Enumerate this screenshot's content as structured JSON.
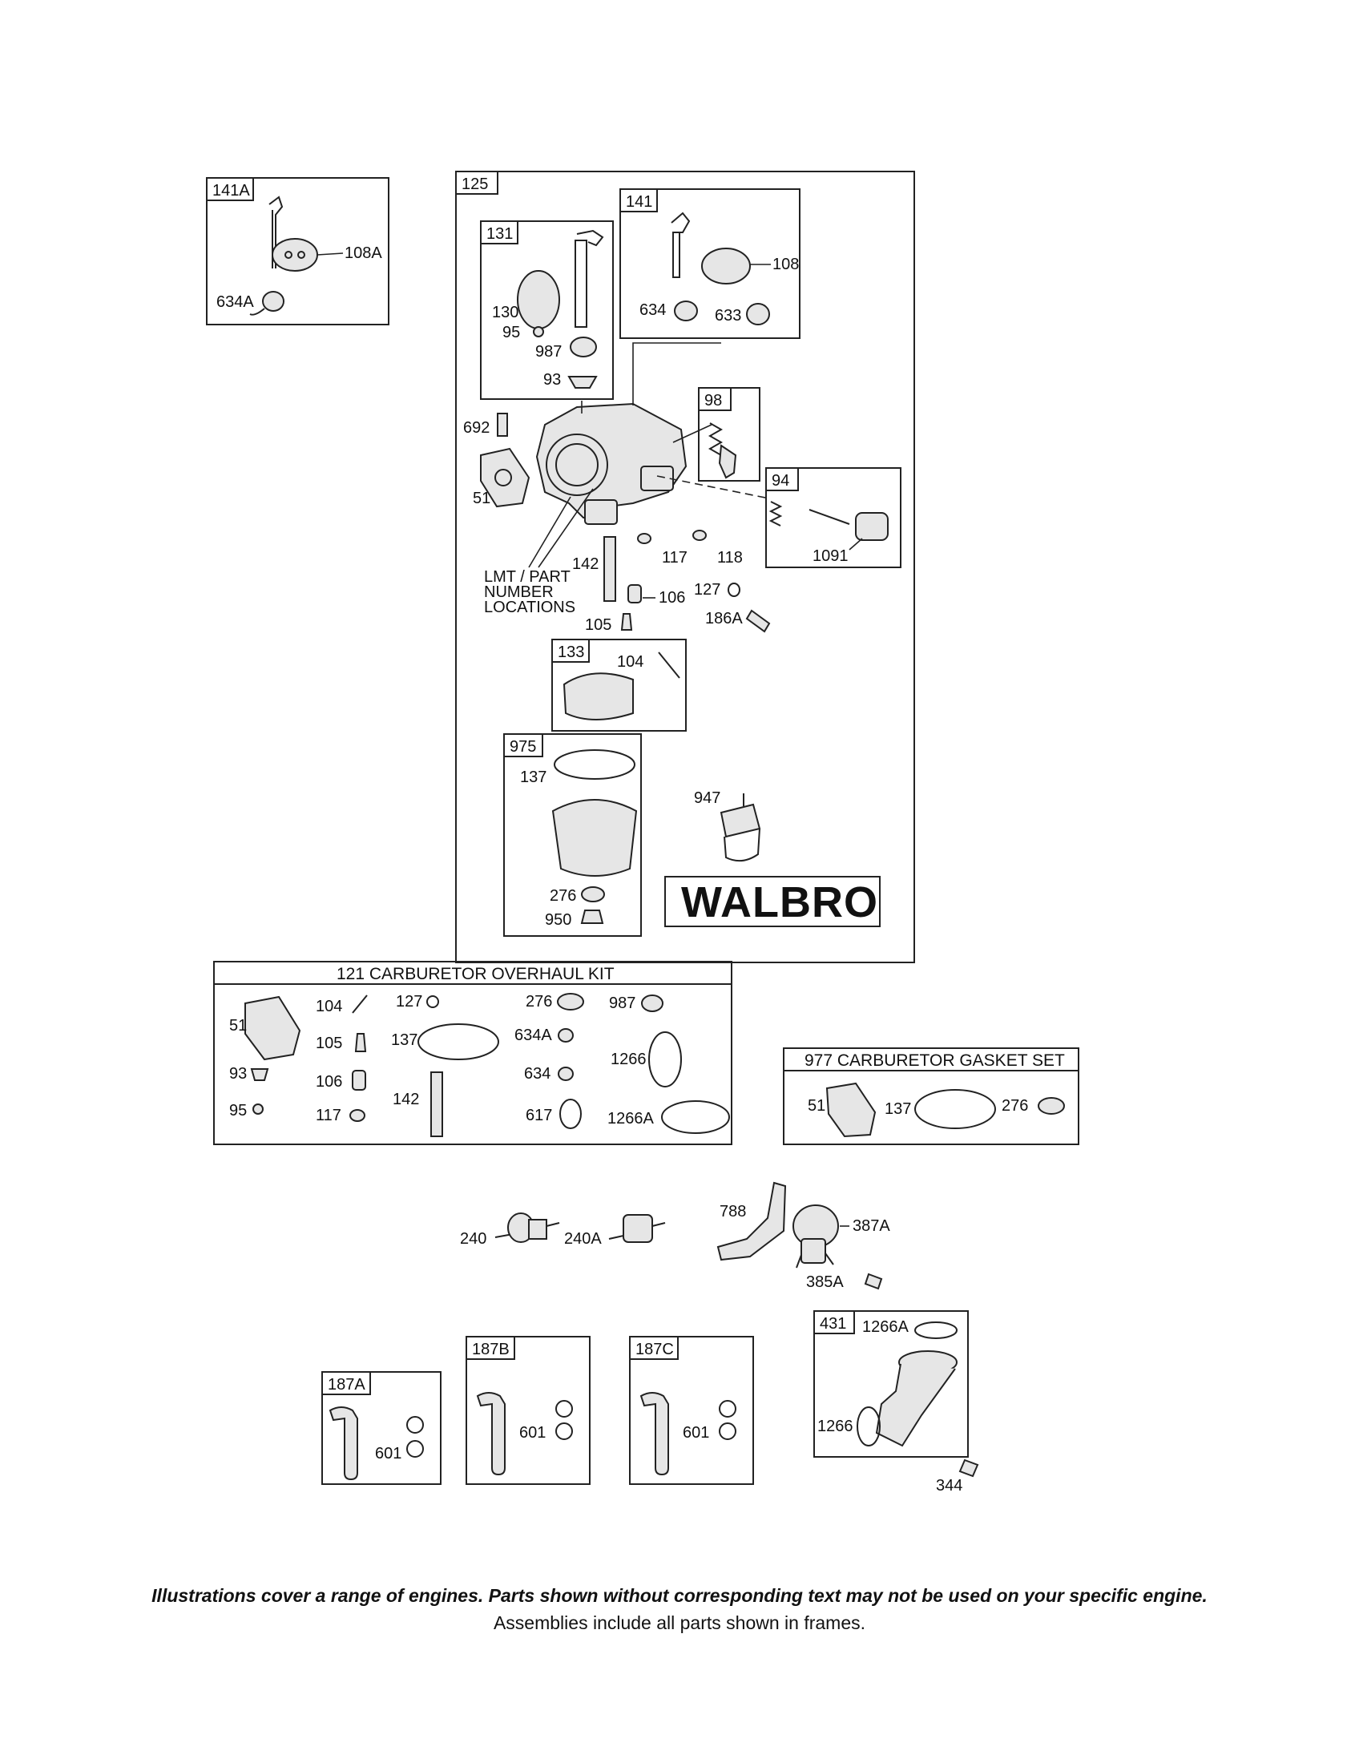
{
  "frames": {
    "f141A": "141A",
    "f125": "125",
    "f141": "141",
    "f131": "131",
    "f98": "98",
    "f94": "94",
    "f133": "133",
    "f975": "975",
    "f187A": "187A",
    "f187B": "187B",
    "f187C": "187C",
    "f431": "431"
  },
  "brand_label": "WALBRO",
  "lmt_note": [
    "LMT / PART",
    "NUMBER",
    "LOCATIONS"
  ],
  "parts": {
    "p108A": "108A",
    "p634A": "634A",
    "p130": "130",
    "p95": "95",
    "p987": "987",
    "p93": "93",
    "p108": "108",
    "p634": "634",
    "p633": "633",
    "p692": "692",
    "p51": "51",
    "p1091": "1091",
    "p117": "117",
    "p118": "118",
    "p142": "142",
    "p106": "106",
    "p127": "127",
    "p186A": "186A",
    "p105": "105",
    "p104": "104",
    "p137": "137",
    "p947": "947",
    "p276": "276",
    "p950": "950",
    "p240": "240",
    "p240A": "240A",
    "p788": "788",
    "p387A": "387A",
    "p385A": "385A",
    "p601a": "601",
    "p601b": "601",
    "p601c": "601",
    "p1266A": "1266A",
    "p1266": "1266",
    "p344": "344"
  },
  "overhaul_kit": {
    "title": "121 CARBURETOR OVERHAUL KIT",
    "labels": {
      "k51": "51",
      "k104": "104",
      "k127": "127",
      "k276": "276",
      "k987": "987",
      "k105": "105",
      "k137": "137",
      "k634A": "634A",
      "k93": "93",
      "k106": "106",
      "k634": "634",
      "k1266": "1266",
      "k142": "142",
      "k95": "95",
      "k117": "117",
      "k617": "617",
      "k1266A": "1266A"
    }
  },
  "gasket_set": {
    "title": "977 CARBURETOR GASKET SET",
    "labels": {
      "g51": "51",
      "g137": "137",
      "g276": "276"
    }
  },
  "footer": {
    "disclaimer": "Illustrations cover a range of engines. Parts shown without corresponding text may not be used on your specific engine.",
    "note": "Assemblies include all parts shown in frames."
  }
}
